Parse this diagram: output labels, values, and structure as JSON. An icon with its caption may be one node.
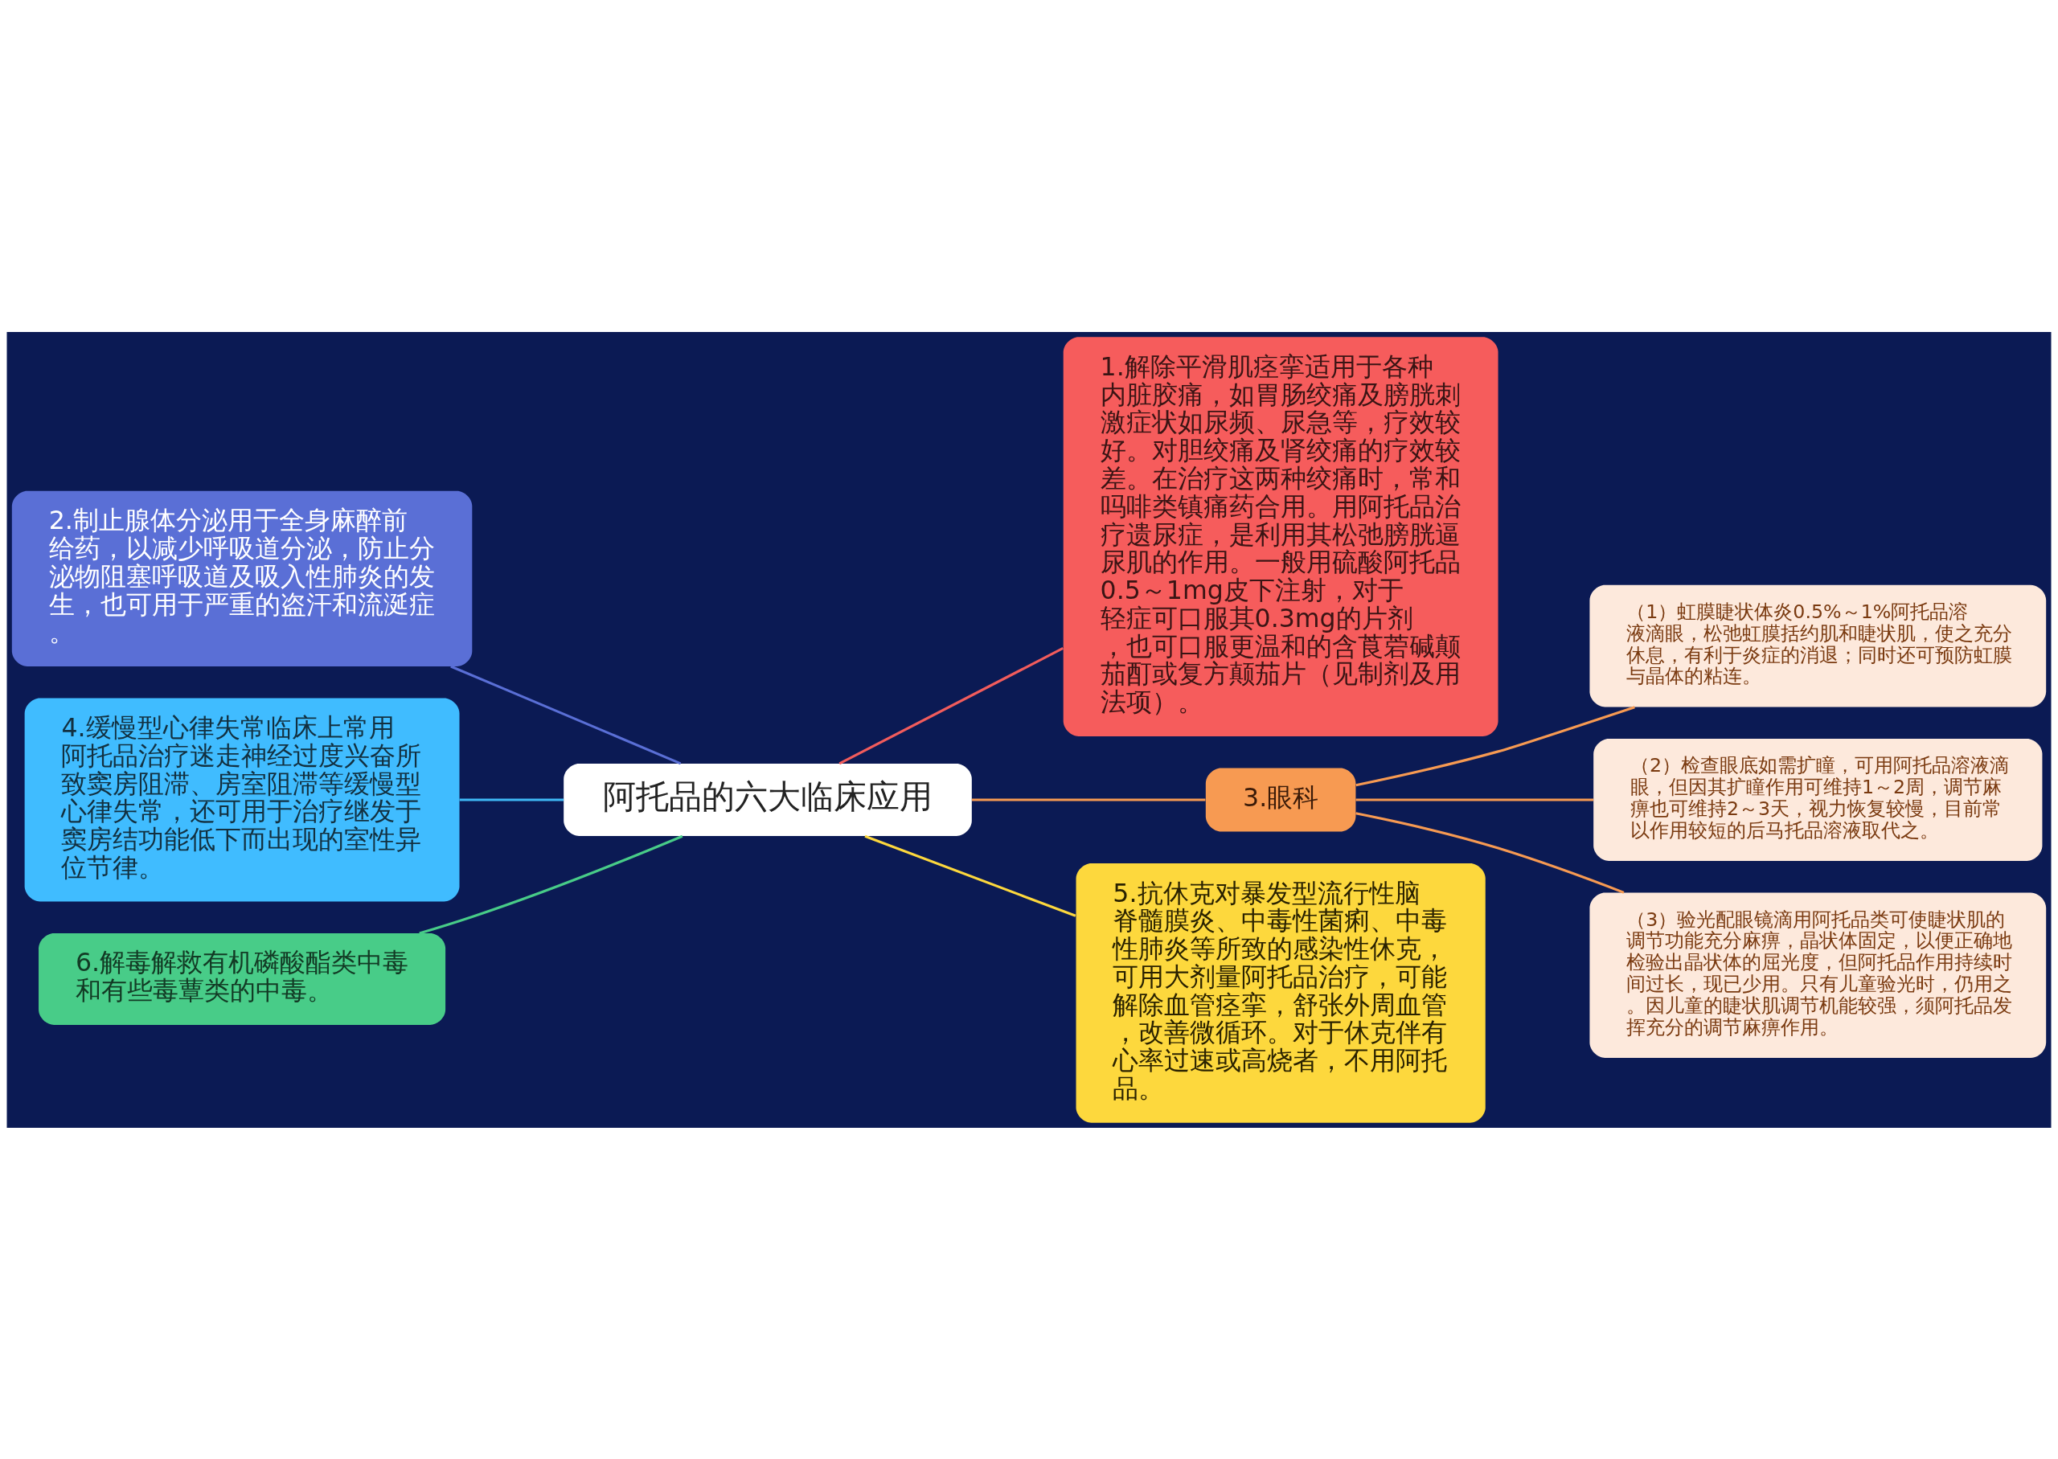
{
  "diagram": {
    "nodes": [
      {
        "text": [
          "阿托品的六大临床应用"
        ]
      },
      {
        "text": [
          "1.解除平滑肌痉挛适用于各种内脏胶痛，如胃肠绞痛及膀胱刺激症状如尿频、尿急等，疗效较好。对胆绞痛及肾绞痛的疗效较差。在治疗这两种绞痛时，常和吗啡类镇痛药合用。用阿托品治疗遗尿症，是利用其松弛膀胱逼尿肌的作用。一般用硫酸阿托品0.5～1mg皮下注射，对于轻症可口服其0.3mg的片剂，也可口服更温和的含莨菪碱颠茄酊或复方颠茄片（见制剂及用法项）。"
        ]
      },
      {
        "text": [
          "2.制止腺体分泌用于全身麻醉前给药，以减少呼吸道分泌，防止分泌物阻塞呼吸道及吸入性肺炎的发生，也可用于严重的盗汗和流涎症。"
        ]
      },
      {
        "text": [
          "4.缓慢型心律失常临床上常用阿托品治疗迷走神经过度兴奋所致窦房阻滞、房室阻滞等缓慢型心律失常，还可用于治疗继发于窦房结功能低下而出现的室性异位节律。"
        ]
      },
      {
        "text": [
          "6.解毒解救有机磷酸酯类中毒和有些毒蕈类的中毒。"
        ]
      },
      {
        "text": [
          "3.眼科"
        ]
      },
      {
        "text": [
          "（1）虹膜睫状体炎0.5%～1%阿托品溶液滴眼，松弛虹膜括约肌和睫状肌，使之充分休息，有利于炎症的消退；同时还可预防虹膜与晶体的粘连。"
        ]
      },
      {
        "text": [
          "（2）检查眼底如需扩瞳，可用阿托品溶液滴眼，但因其扩瞳作用可维持1～2周，调节麻痹也可维持2～3天，视力恢复较慢，目前常以作用较短的后马托品溶液取代之。"
        ]
      },
      {
        "text": [
          "（3）验光配眼镜滴用阿托品类可使睫状肌的调节功能充分麻痹，晶状体固定，以便正确地检验出晶状体的屈光度，但阿托品作用持续时间过长，现已少用。只有儿童验光时，仍用之。因儿童的睫状肌调节机能较强，须阿托品发挥充分的调节麻痹作用。"
        ]
      },
      {
        "text": [
          "5.抗休克对暴发型流行性脑脊髓膜炎、中毒性菌痢、中毒性肺炎等所致的感染性休克，可用大剂量阿托品治疗，可能解除血管痉挛，舒张外周血管，改善微循环。对于休克伴有心率过速或高烧者，不用阿托品。"
        ]
      }
    ],
    "edges": [
      {
        "from": 0,
        "to": 1,
        "arrow": "none",
        "color": "#f25c5c"
      },
      {
        "from": 0,
        "to": 2,
        "arrow": "none",
        "color": "#5a6fd6"
      },
      {
        "from": 0,
        "to": 3,
        "arrow": "none",
        "color": "#3fb8f5"
      },
      {
        "from": 0,
        "to": 4,
        "arrow": "none",
        "color": "#48cc88"
      },
      {
        "from": 0,
        "to": 5,
        "arrow": "none",
        "color": "#f79a52"
      },
      {
        "from": 5,
        "to": 6,
        "arrow": "none",
        "color": "#f79a52"
      },
      {
        "from": 5,
        "to": 7,
        "arrow": "none",
        "color": "#f79a52"
      },
      {
        "from": 5,
        "to": 8,
        "arrow": "none",
        "color": "#f79a52"
      },
      {
        "from": 0,
        "to": 9,
        "arrow": "none",
        "color": "#fdd83d"
      }
    ]
  }
}
